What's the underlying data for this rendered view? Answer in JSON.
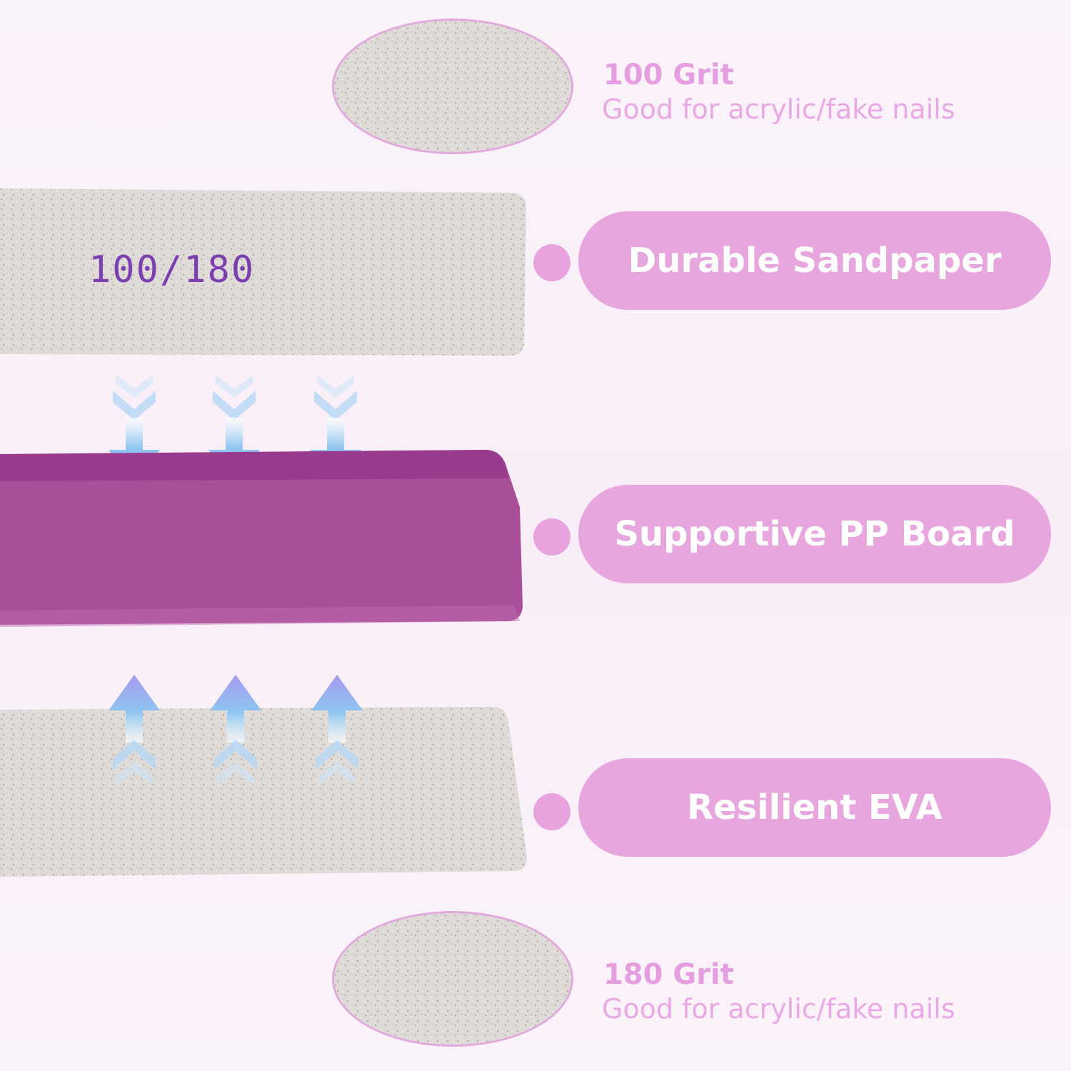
{
  "top_grit": {
    "title": "100 Grit",
    "description": "Good for acrylic/fake nails"
  },
  "bottom_grit": {
    "title": "180 Grit",
    "description": "Good for acrylic/fake nails"
  },
  "file_strip_label": "100/180",
  "layers": [
    {
      "label": "Durable Sandpaper"
    },
    {
      "label": "Supportive PP Board"
    },
    {
      "label": "Resilient EVA"
    }
  ],
  "colors": {
    "accent_pink": "#e8a6de",
    "board_purple": "#a94e98",
    "arrow_blue": "#8ec6f0",
    "arrow_violet": "#a79af0",
    "sandpaper_gray": "#dcdad8"
  },
  "icons": [
    "down-arrow-icon",
    "up-arrow-icon",
    "bullet-dot-icon"
  ]
}
